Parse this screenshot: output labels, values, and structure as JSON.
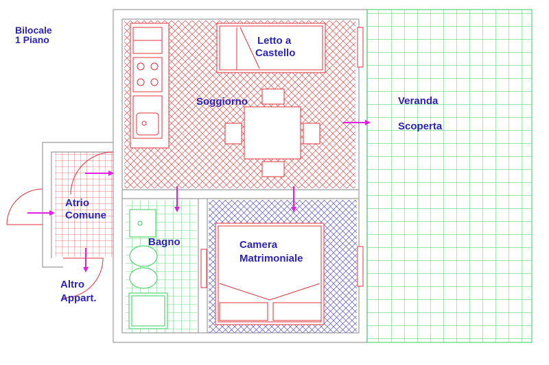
{
  "plan_title": {
    "line1": "Bilocale",
    "line2": "1 Piano"
  },
  "rooms": {
    "bunk": {
      "line1": "Letto a",
      "line2": "Castello"
    },
    "living": "Soggiorno",
    "veranda": {
      "line1": "Veranda",
      "line2": "Scoperta"
    },
    "atrium": {
      "line1": "Atrio",
      "line2": "Comune"
    },
    "bath": "Bagno",
    "bedroom": {
      "line1": "Camera",
      "line2": "Matrimoniale"
    },
    "other_apartment": {
      "line1": "Altro",
      "line2": "Appart."
    }
  },
  "colors": {
    "label_text": "#2b22b8",
    "walls": "#9a9a9a",
    "living_hatch": "#e84a4a",
    "atrium_grid": "#e84a4a",
    "veranda_grid": "#33cc55",
    "bath_grid": "#33cc55",
    "bedroom_hatch": "#4f4fd8",
    "arrows": "#e020e0",
    "furniture": "#e0303a"
  }
}
